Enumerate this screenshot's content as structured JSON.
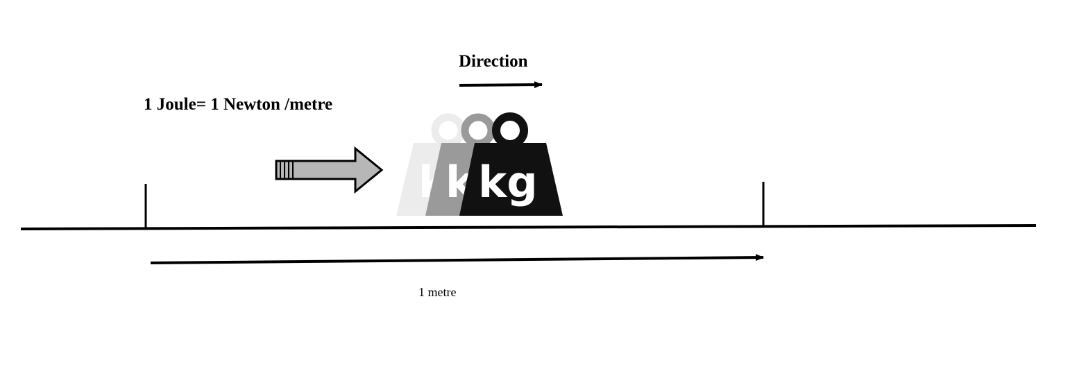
{
  "title": "1 Joule= 1 Newton /metre",
  "direction_label": "Direction",
  "distance_label": "1 metre",
  "weights": {
    "label": "kg",
    "colors": [
      "#ececec",
      "#9a9a9a",
      "#111111"
    ]
  },
  "force_arrow": {
    "fill": "#b7b7b7",
    "stroke": "#000000"
  }
}
